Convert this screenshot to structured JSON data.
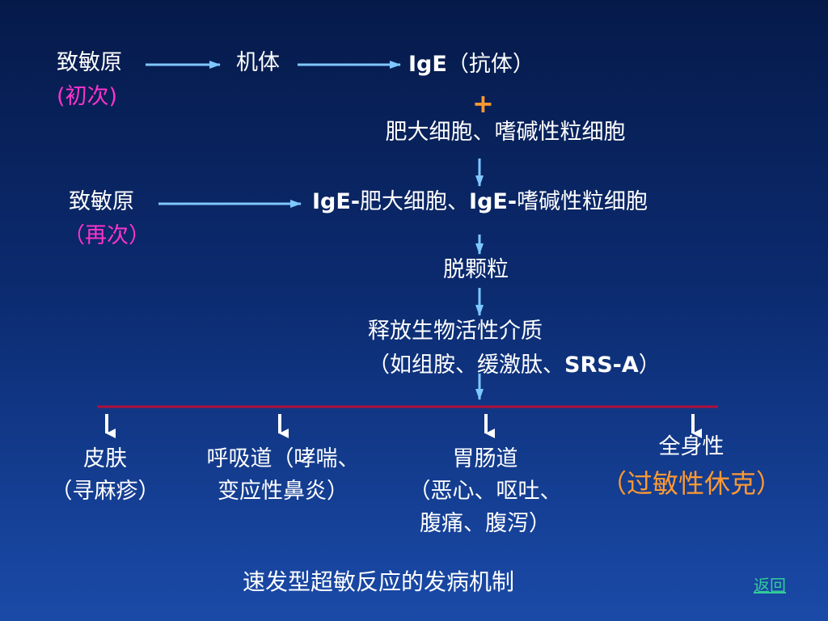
{
  "top_row": {
    "allergen": "致敏原",
    "allergen_note": "(初次)",
    "body": "机体",
    "ige_bold": "IgE",
    "ige_rest": "（抗体）"
  },
  "plus": "+",
  "cells": "肥大细胞、嗜碱性粒细胞",
  "second_row": {
    "allergen": "致敏原",
    "allergen_note": "（再次）",
    "ige1": "IgE-",
    "mid": "肥大细胞、",
    "ige2": "IgE-",
    "end": "嗜碱性粒细胞"
  },
  "degranulation": "脱颗粒",
  "release": {
    "line1": "释放生物活性介质",
    "line2_prefix": "（如组胺、缓激肽、",
    "line2_bold": "SRS-A",
    "line2_suffix": "）"
  },
  "outcomes": {
    "skin": {
      "title": "皮肤",
      "detail": "（寻麻疹）"
    },
    "airway": {
      "line1": "呼吸道（哮喘、",
      "line2": "变应性鼻炎）"
    },
    "gi": {
      "title": "胃肠道",
      "line2": "（恶心、呕吐、",
      "line3": "腹痛、腹泻）"
    },
    "systemic": {
      "title": "全身性",
      "detail": "（过敏性休克）"
    }
  },
  "caption": "速发型超敏反应的发病机制",
  "back_link": "返回",
  "colors": {
    "accent_pink": "#ff33cc",
    "accent_orange": "#ff9933",
    "divider": "#b0103a",
    "link": "#33cc99"
  }
}
